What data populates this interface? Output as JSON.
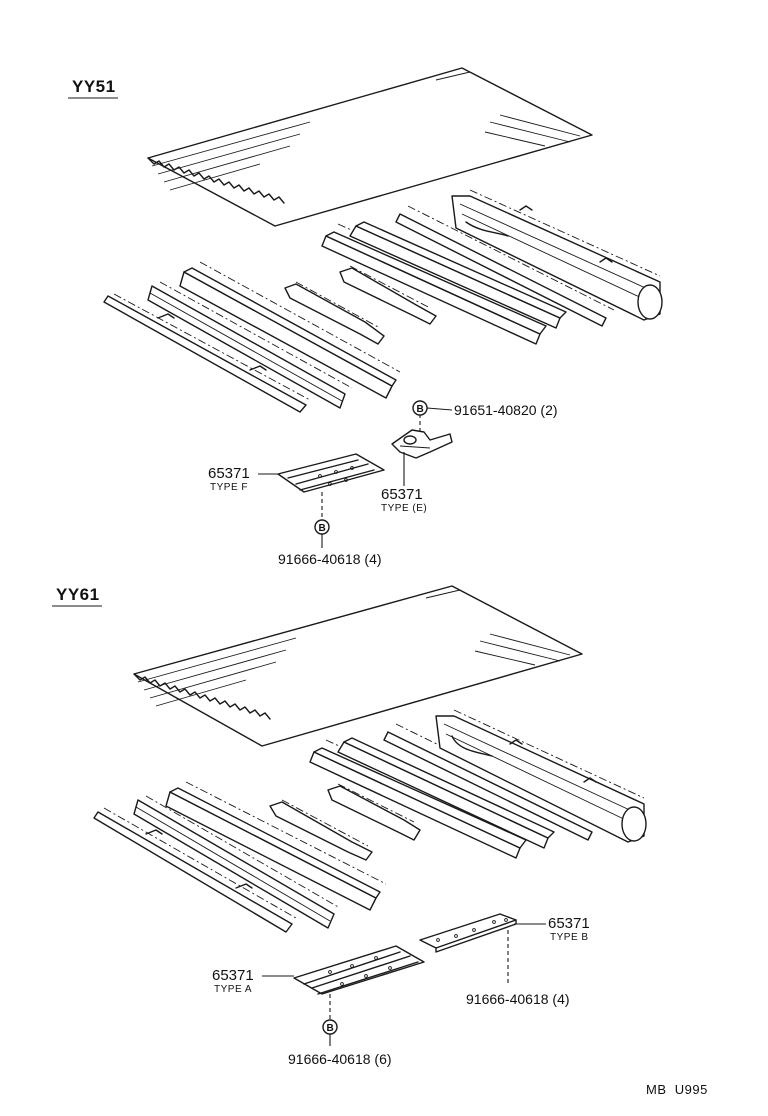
{
  "sections": [
    {
      "title": "YY51",
      "callouts": [
        {
          "part": "91651-40820 (2)",
          "marker": "B"
        },
        {
          "part": "65371",
          "type": "TYPE F"
        },
        {
          "part": "65371",
          "type": "TYPE (E)"
        },
        {
          "part": "91666-40618 (4)",
          "marker": "B"
        }
      ]
    },
    {
      "title": "YY61",
      "callouts": [
        {
          "part": "65371",
          "type": "TYPE B"
        },
        {
          "part": "91666-40618 (4)"
        },
        {
          "part": "65371",
          "type": "TYPE A"
        },
        {
          "part": "91666-40618 (6)",
          "marker": "B"
        }
      ]
    }
  ],
  "footer_code": "MB  U995"
}
